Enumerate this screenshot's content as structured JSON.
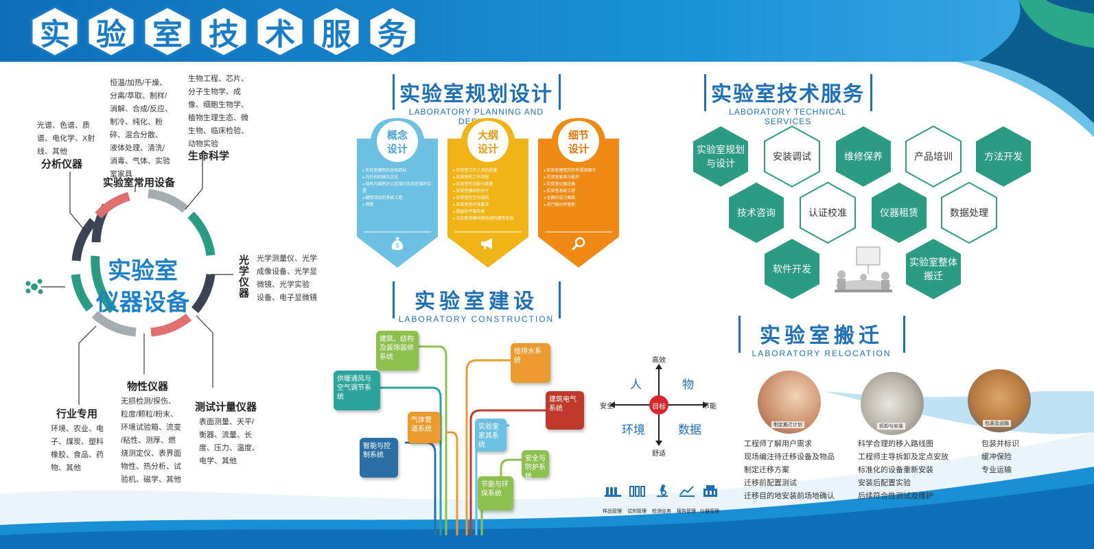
{
  "title": [
    "实",
    "验",
    "室",
    "技",
    "术",
    "服",
    "务"
  ],
  "colors": {
    "blue": "#1a7cc7",
    "teal": "#2b9b83",
    "green": "#3da07a",
    "pink": "#e07070",
    "gray": "#a5adb0",
    "navy": "#3c4353"
  },
  "ring": {
    "line1": "实验室",
    "line2": "仪器设备"
  },
  "left": {
    "analysis": {
      "title": "分析仪器",
      "text": [
        "光谱、色谱、质",
        "谱、电化学、X射",
        "线、其他"
      ]
    },
    "common": {
      "title": "实验室常用设备",
      "text": [
        "恒温/加热/干燥、",
        "分离/萃取、制样/",
        "消解、合成/反应、",
        "制冷、纯化、粉",
        "碎、混合分散、",
        "液体处理、清洗/",
        "消毒、气体、实验",
        "室家具"
      ]
    },
    "life": {
      "title": "生命科学",
      "text": [
        "生物工程、芯片、",
        "分子生物学、成",
        "像、细胞生物学、",
        "植物生理生态、微",
        "生物、临床检验、",
        "动物实验"
      ]
    },
    "optical": {
      "title": [
        "光",
        "学",
        "仪",
        "器"
      ],
      "text": [
        "光学测量仪、光学",
        "成像设备、光学显",
        "微镜、光学实验",
        "设备、电子显微镜"
      ]
    },
    "industry": {
      "title": "行业专用",
      "text": [
        "环境、农业、电",
        "子、煤炭、塑料",
        "橡胶、食品、药",
        "物、其他"
      ]
    },
    "physical": {
      "title": "物性仪器",
      "text": [
        "无损检测/探伤、",
        "粒度/颗粒/粉末、",
        "环境试验箱、流变",
        "/粘性、测厚、燃",
        "烧测定仪、表界面",
        "物性、热分析、试",
        "验机、磁学、其他"
      ]
    },
    "measure": {
      "title": "测试计量仪器",
      "text": [
        "表面测量、天平/",
        "衡器、流量、长",
        "度、压力、温度、",
        "电学、其他"
      ]
    }
  },
  "planning": {
    "cn": "实验室规划设计",
    "en": "LABORATORY PLANNING AND DESIGN",
    "cards": [
      {
        "title1": "概念",
        "title2": "设计",
        "items": [
          "实验室建筑的总体目标",
          "内外的风格与文化",
          "结构与面积办公区域与实验区域的位置",
          "建筑项目的系统工程",
          "预算"
        ],
        "icon": "money-bag-icon"
      },
      {
        "title1": "大纲",
        "title2": "设计",
        "items": [
          "实验室工作人员的数量",
          "实验室的工作流程",
          "实验室的功能与数量",
          "实验室模块的尺寸",
          "实验室的空间结构",
          "实验室的环境要求",
          "楼层的平面布局",
          "与实验室模块相协调的建筑布局"
        ],
        "icon": "megaphone-icon"
      },
      {
        "title1": "细节",
        "title2": "设计",
        "items": [
          "实验室建筑的所有规划细节",
          "实验室家具与配件",
          "实验室仪器设备",
          "实验室系统工程",
          "全面的设计图纸",
          "进行报价并更新"
        ],
        "icon": "magnifier-icon"
      }
    ]
  },
  "construction": {
    "cn": "实验室建设",
    "en": "LABORATORY CONSTRUCTION",
    "boxes": [
      "建筑、结构及装饰装修系统",
      "供暖通风与空气调节系统",
      "气体管道系统",
      "智能与控制系统",
      "给排水系统",
      "建筑电气系统",
      "实验室家具系统",
      "安全与防护系统",
      "节能与环保系统"
    ]
  },
  "axis": {
    "top": "高效",
    "bottom": "舒适",
    "left": "安全",
    "right": "节能",
    "center": "目标",
    "q1": "人",
    "q2": "物",
    "q3": "环境",
    "q4": "数据"
  },
  "tools": [
    "样品管理",
    "试剂管理",
    "检测业务",
    "报告管理",
    "仪器管理"
  ],
  "tech": {
    "cn": "实验室技术服务",
    "en": "LABORATORY TECHNICAL SERVICES",
    "hexes": [
      "实验室规划与设计",
      "安装调试",
      "维修保养",
      "产品培训",
      "方法开发",
      "技术咨询",
      "认证校准",
      "仪器租赁",
      "数据处理",
      "软件开发",
      "实验室整体搬迁"
    ]
  },
  "relocation": {
    "cn": "实验室搬迁",
    "en": "LABORATORY RELOCATION",
    "captions": [
      "制定搬迁计划",
      "拆卸与安装",
      "包装及运输"
    ],
    "col1": [
      "工程师了解用户需求",
      "现场编注待迁移设备及物品",
      "制定迁移方案",
      "迁移前配置测试",
      "迁移目的地安装前场地确认"
    ],
    "col2": [
      "科学合理的移入路线图",
      "工程师主导拆卸及定点安放",
      "标准化的设备重新安装",
      "安装后配置实验",
      "后续符合性测试及维护"
    ],
    "col3": [
      "包装并标识",
      "缓冲保险",
      "专业运输"
    ]
  }
}
